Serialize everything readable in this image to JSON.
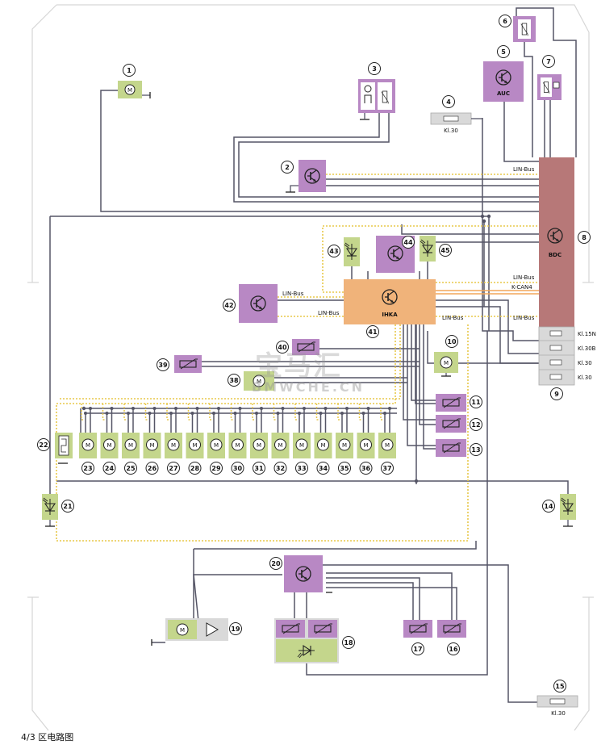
{
  "caption": "4/3 区电路图",
  "watermark": {
    "chars": "宝马汇",
    "url": "BMWCHE.CN"
  },
  "modules": {
    "bdc": "BDC",
    "auc": "AUC",
    "ihka": "IHKA"
  },
  "bus_labels": {
    "lin_bus": "LIN-Bus",
    "k_can4": "K-CAN4"
  },
  "terminals": {
    "kl15n": "Kl.15N",
    "kl30b": "Kl.30B",
    "kl30": "Kl.30"
  },
  "numbers": {
    "n1": "1",
    "n2": "2",
    "n3": "3",
    "n4": "4",
    "n5": "5",
    "n6": "6",
    "n7": "7",
    "n8": "8",
    "n9": "9",
    "n10": "10",
    "n11": "11",
    "n12": "12",
    "n13": "13",
    "n14": "14",
    "n15": "15",
    "n16": "16",
    "n17": "17",
    "n18": "18",
    "n19": "19",
    "n20": "20",
    "n21": "21",
    "n22": "22",
    "n38": "38",
    "n39": "39",
    "n40": "40",
    "n41": "41",
    "n42": "42",
    "n43": "43",
    "n44": "44",
    "n45": "45",
    "motors": [
      "23",
      "24",
      "25",
      "26",
      "27",
      "28",
      "29",
      "30",
      "31",
      "32",
      "33",
      "34",
      "35",
      "36",
      "37"
    ]
  },
  "icons": {
    "motor": "M",
    "transistor": "transistor-icon"
  },
  "colors": {
    "purple": "#b888c4",
    "green": "#c4d68c",
    "orange": "#f0b37a",
    "bdc_red": "#b77878",
    "grey_box": "#d9d9d9",
    "wire": "#555566",
    "lin_dotted": "#e8c84a",
    "can_orange": "#f2a65a"
  }
}
